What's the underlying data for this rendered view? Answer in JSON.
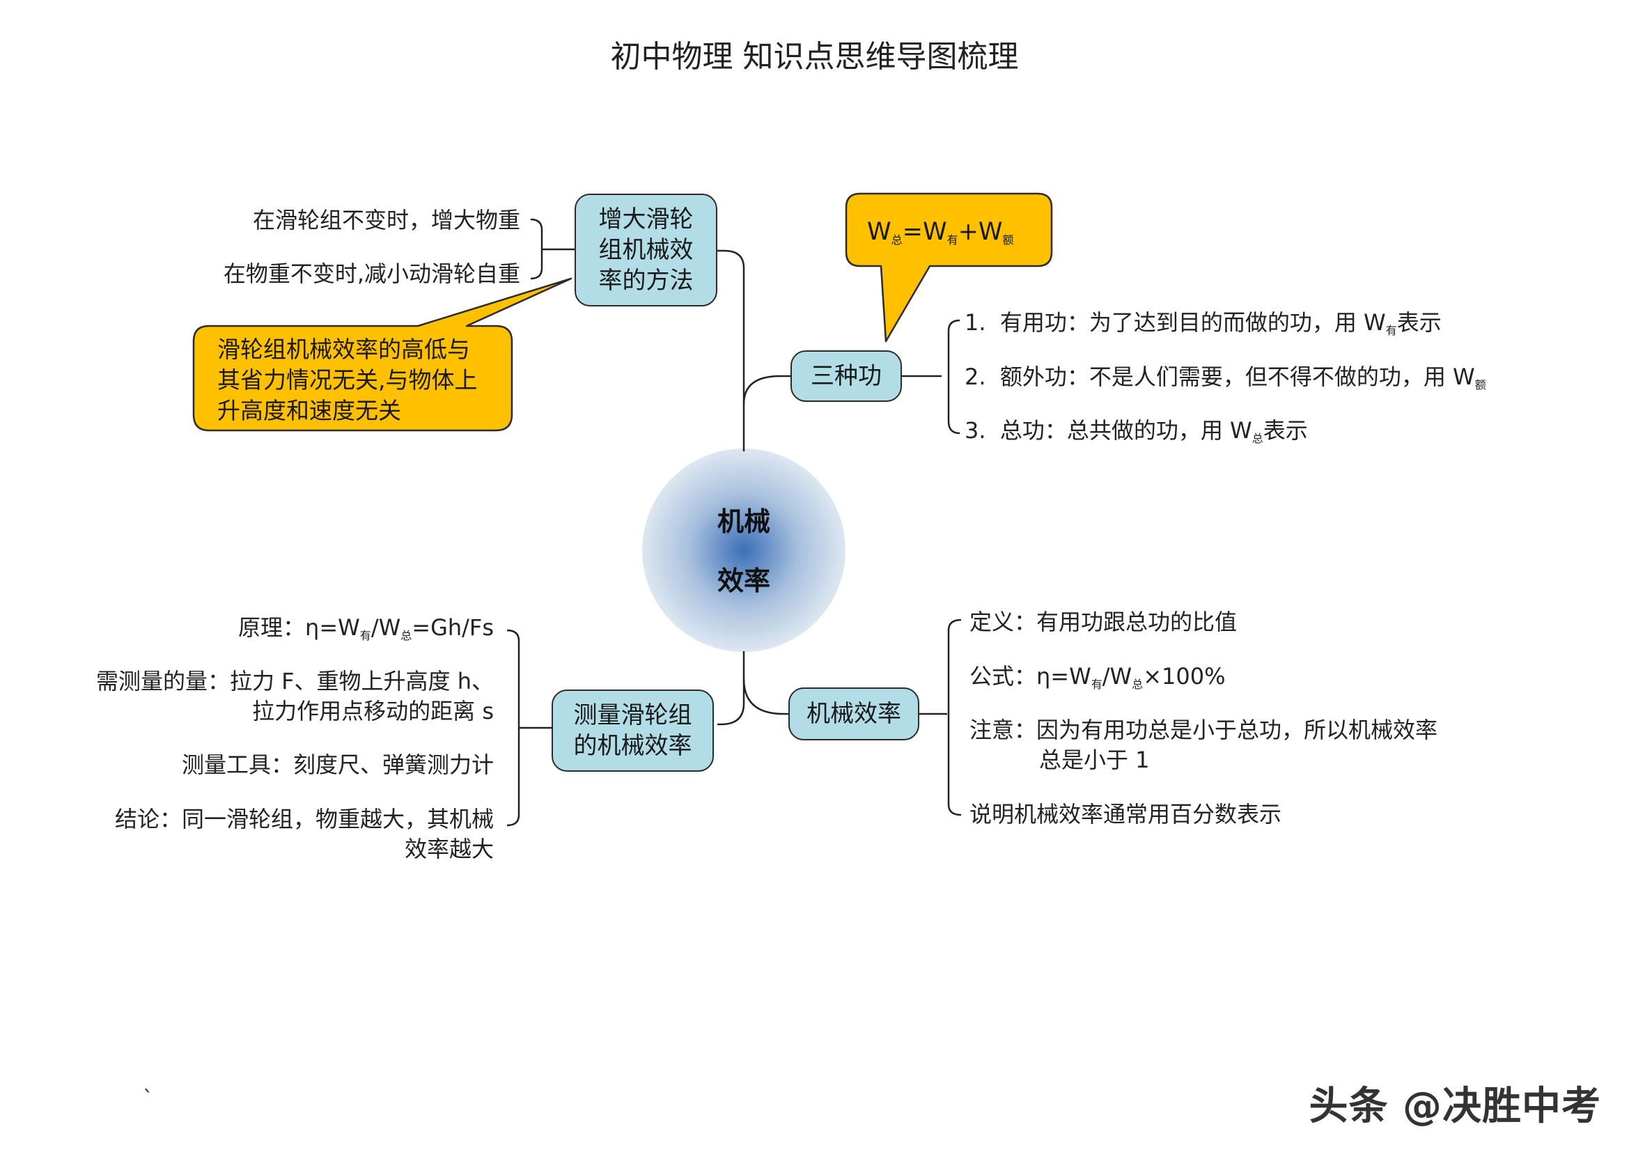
{
  "title": "初中物理  知识点思维导图梳理",
  "center": {
    "line1": "机械",
    "line2": "效率"
  },
  "colors": {
    "node_fill": "#b2dde6",
    "callout_fill": "#ffc000",
    "center_blue": "#3c6fb8",
    "center_edge": "#dde7f1"
  },
  "branch_increase": {
    "node": "增大滑轮\n组机械效\n率的方法",
    "items": [
      "在滑轮组不变时，增大物重",
      "在物重不变时,减小动滑轮自重"
    ],
    "callout_lines": [
      "滑轮组机械效率的高低与",
      "其省力情况无关,与物体上",
      "升高度和速度无关"
    ]
  },
  "branch_work": {
    "node": "三种功",
    "formula": {
      "w": "W",
      "s1": "总",
      "eq": "=W",
      "s2": "有",
      "plus": "+W",
      "s3": "额"
    },
    "items": [
      {
        "num": "1.",
        "text": "有用功：为了达到目的而做的功，用 W",
        "sub": "有",
        "tail": "表示"
      },
      {
        "num": "2.",
        "text": "额外功：不是人们需要，但不得不做的功，用 W",
        "sub": "额",
        "tail": ""
      },
      {
        "num": "3.",
        "text": "总功：总共做的功，用 W",
        "sub": "总",
        "tail": "表示"
      }
    ]
  },
  "branch_measure": {
    "node": "测量滑轮组\n的机械效率",
    "principle": {
      "a": "原理：η=W",
      "s1": "有",
      "b": "/W",
      "s2": "总",
      "c": "=Gh/Fs"
    },
    "quantities": [
      "需测量的量：拉力 F、重物上升高度 h、",
      "拉力作用点移动的距离 s"
    ],
    "tools": "测量工具：刻度尺、弹簧测力计",
    "conclusion": [
      "结论：同一滑轮组，物重越大，其机械",
      "效率越大"
    ]
  },
  "branch_efficiency": {
    "node": "机械效率",
    "definition": "定义：有用功跟总功的比值",
    "formula": {
      "a": "公式：η=W",
      "s1": "有",
      "b": "/W",
      "s2": "总",
      "c": "×100%"
    },
    "note": [
      "注意：因为有用功总是小于总功，所以机械效率",
      "总是小于 1"
    ],
    "explain": "说明机械效率通常用百分数表示"
  },
  "watermark": "头条 @决胜中考",
  "stray_mark": "`"
}
